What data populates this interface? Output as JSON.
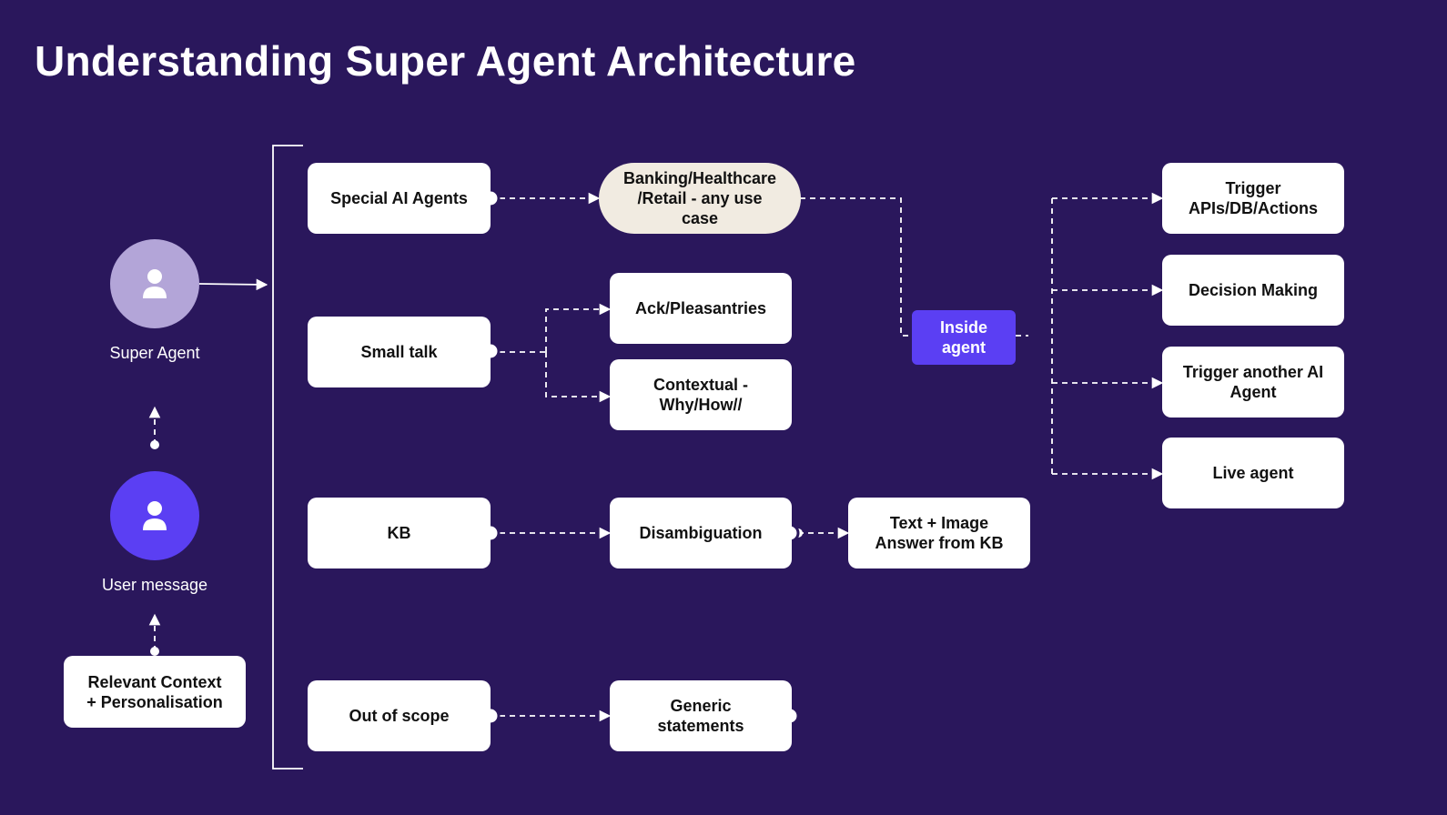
{
  "title": "Understanding Super Agent Architecture",
  "nodes": {
    "super_agent": {
      "label": "Super Agent",
      "icon": "user-icon",
      "color": "#b3a5d8"
    },
    "user_message": {
      "label": "User message",
      "icon": "user-icon",
      "color": "#5b3ff3"
    },
    "context": {
      "label": "Relevant Context\n+ Personalisation"
    }
  },
  "categories": {
    "special_ai_agents": "Special AI Agents",
    "small_talk": "Small talk",
    "kb": "KB",
    "out_of_scope": "Out of scope"
  },
  "use_case": "Banking/Healthcare\n/Retail - any use\ncase",
  "small_talk_types": {
    "ack": "Ack/Pleasantries",
    "contextual": "Contextual -\nWhy/How//"
  },
  "kb_flow": {
    "disambiguation": "Disambiguation",
    "answer": "Text + Image\nAnswer from KB"
  },
  "out_of_scope_flow": {
    "generic": "Generic\nstatements"
  },
  "inside_agent": "Inside\nagent",
  "actions": {
    "trigger_apis": "Trigger\nAPIs/DB/Actions",
    "decision_making": "Decision Making",
    "trigger_another": "Trigger another AI\nAgent",
    "live_agent": "Live agent"
  },
  "colors": {
    "background": "#2a175c",
    "accent": "#5b3ff3",
    "pill": "#f1ebe1",
    "box": "#ffffff"
  }
}
